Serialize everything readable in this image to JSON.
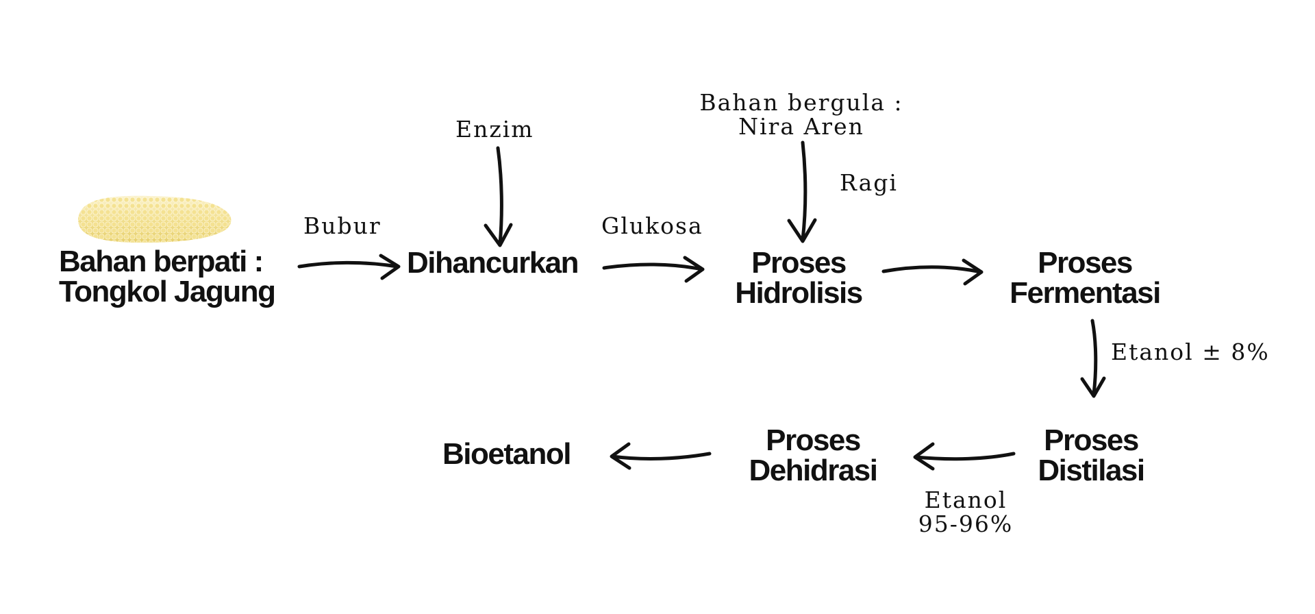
{
  "nodes": {
    "bahan_berpati": {
      "line1": "Bahan berpati :",
      "line2": "Tongkol Jagung"
    },
    "dihancurkan": {
      "line1": "Dihancurkan"
    },
    "hidrolisis": {
      "line1": "Proses",
      "line2": "Hidrolisis"
    },
    "fermentasi": {
      "line1": "Proses",
      "line2": "Fermentasi"
    },
    "distilasi": {
      "line1": "Proses",
      "line2": "Distilasi"
    },
    "dehidrasi": {
      "line1": "Proses",
      "line2": "Dehidrasi"
    },
    "bioetanol": {
      "line1": "Bioetanol"
    }
  },
  "labels": {
    "bubur": "Bubur",
    "enzim": "Enzim",
    "glukosa": "Glukosa",
    "bahan_bergula": {
      "line1": "Bahan bergula :",
      "line2": "Nira Aren"
    },
    "ragi": "Ragi",
    "etanol_8": "Etanol ± 8%",
    "etanol_95": {
      "line1": "Etanol",
      "line2": "95-96%"
    }
  },
  "icons": {
    "corn": "corn-cob-icon"
  },
  "colors": {
    "ink": "#111111",
    "corn_yellow": "#f1df8f",
    "corn_light": "#fbf3cf",
    "background": "#ffffff"
  }
}
